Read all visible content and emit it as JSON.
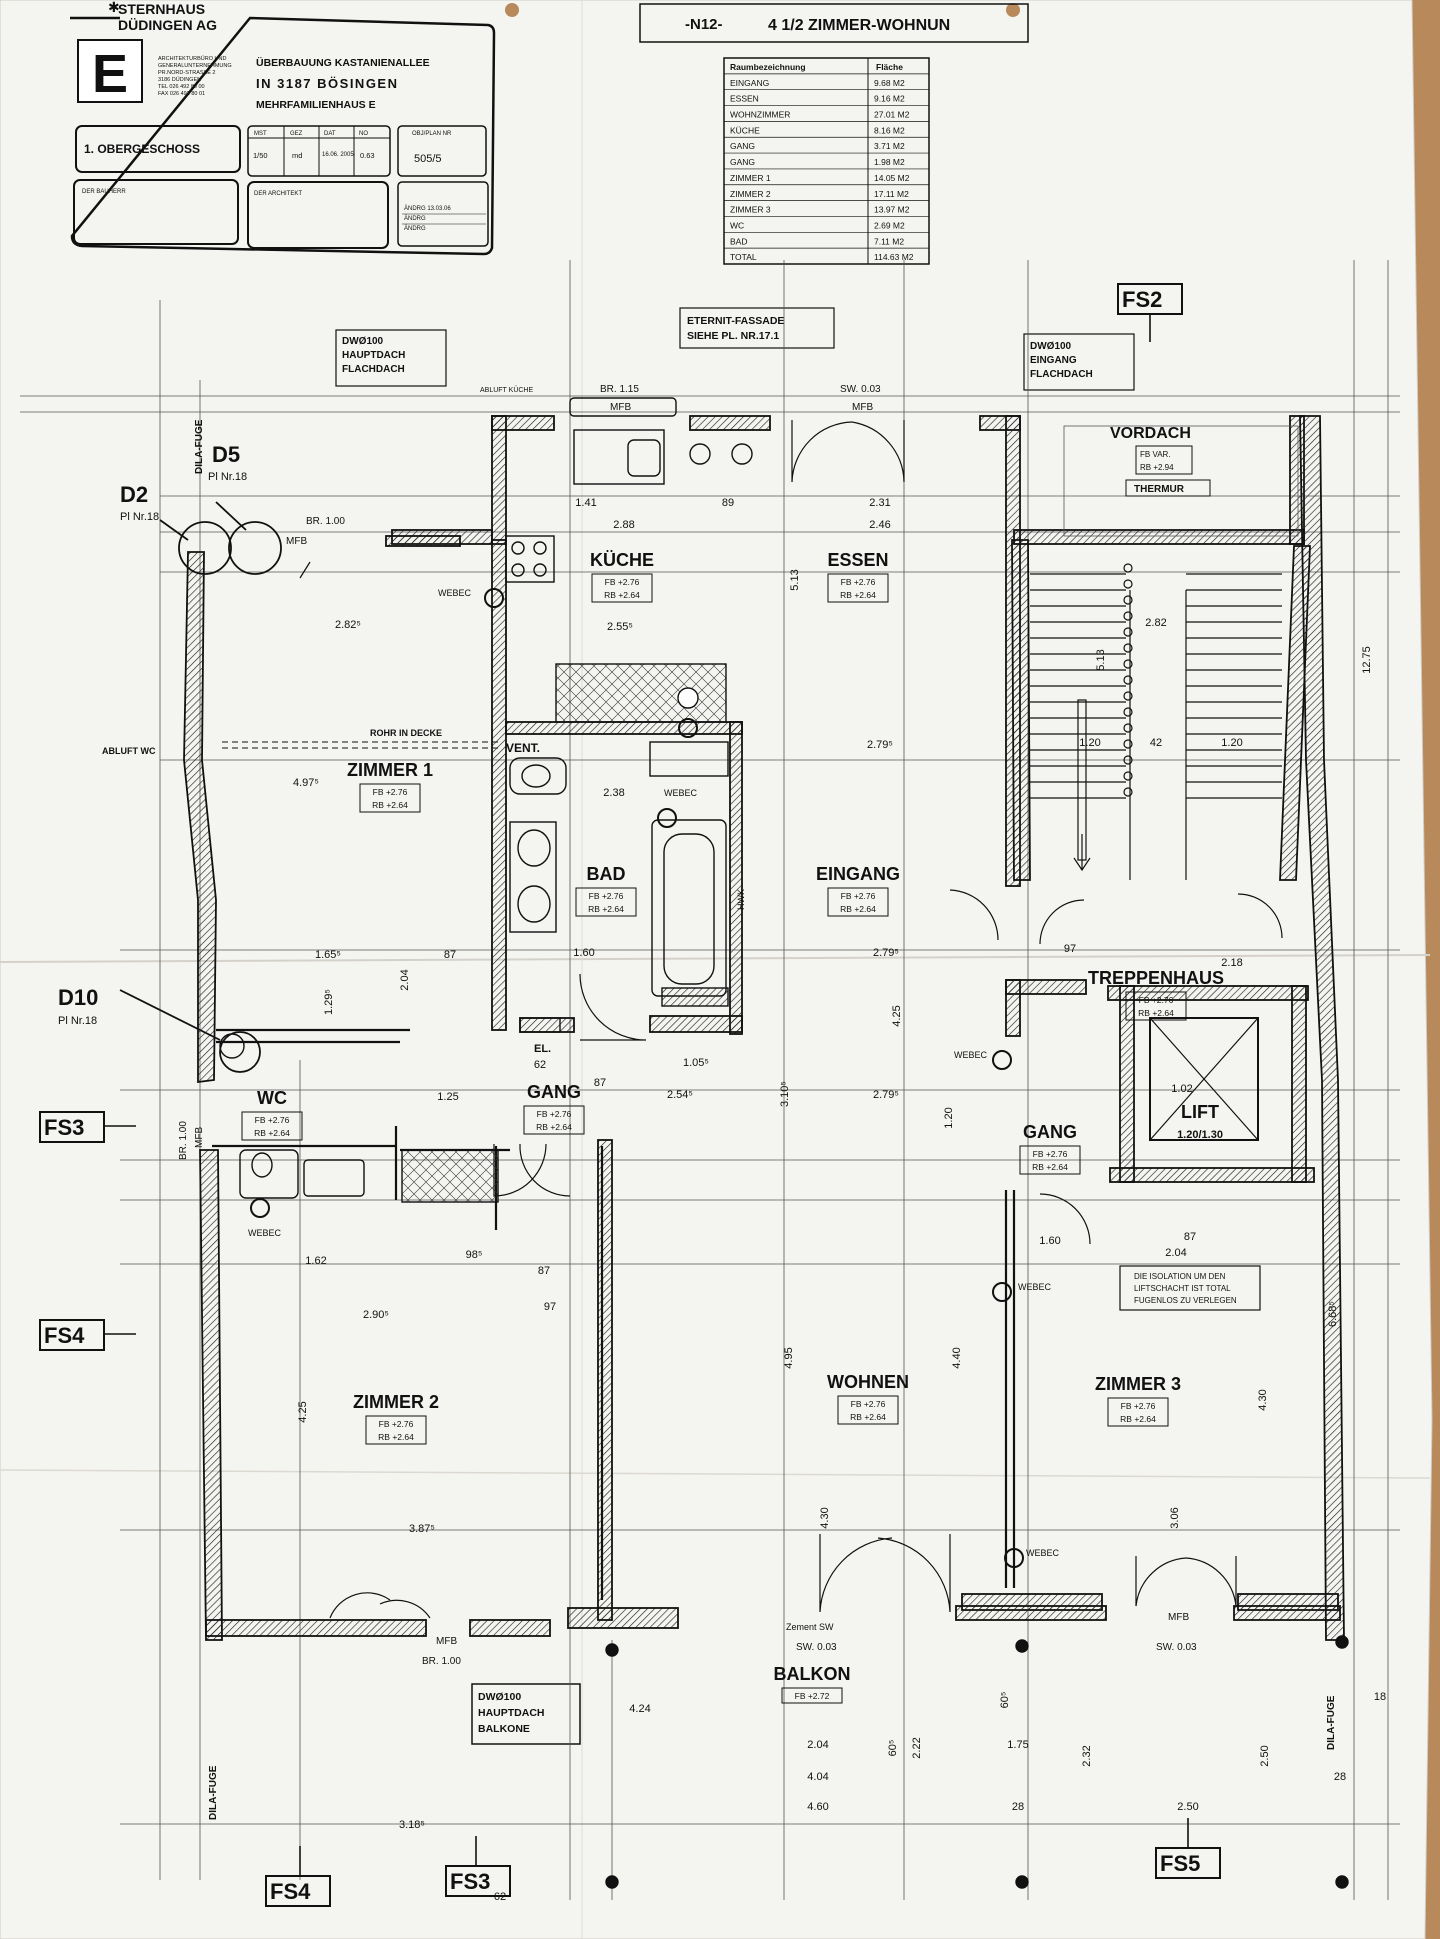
{
  "company": {
    "name_line1": "STERNHAUS",
    "name_line2": "DÜDINGEN AG",
    "logo_letter": "E",
    "address_lines": [
      "ARCHITEKTURBÜRO UND",
      "GENERALUNTERNEHMUNG",
      "PR.NORD-STRASSE 2",
      "3186 DÜDINGEN",
      "TEL 026 492 80 00",
      "FAX 026 492 80 01"
    ]
  },
  "project": {
    "line1": "ÜBERBAUUNG KASTANIENALLEE",
    "line2": "IN 3187 BÖSINGEN",
    "line3": "MEHRFAMILIENHAUS E"
  },
  "title_block": {
    "floor": "1. OBERGESCHOSS",
    "headers": [
      "MST",
      "GEZ",
      "DAT",
      "NO"
    ],
    "values": [
      "1/50",
      "md",
      "16.06. 2005",
      "0.63"
    ],
    "plan_no_label": "OBJ/PLAN NR",
    "plan_no": "505/5",
    "owner_label": "DER BAUHERR",
    "architect_label": "DER ARCHITEKT",
    "revisions": [
      "ÄNDRG 13.03.06",
      "ÄNDRG",
      "ÄNDRG"
    ]
  },
  "apartment_title": {
    "code": "-N12-",
    "title": "4 1/2 ZIMMER-WOHNUN"
  },
  "area_table": {
    "headers": [
      "Raumbezeichnung",
      "Fläche"
    ],
    "rows": [
      [
        "EINGANG",
        "9.68 M2"
      ],
      [
        "ESSEN",
        "9.16 M2"
      ],
      [
        "WOHNZIMMER",
        "27.01 M2"
      ],
      [
        "KÜCHE",
        "8.16 M2"
      ],
      [
        "GANG",
        "3.71 M2"
      ],
      [
        "GANG",
        "1.98 M2"
      ],
      [
        "ZIMMER 1",
        "14.05 M2"
      ],
      [
        "ZIMMER 2",
        "17.11 M2"
      ],
      [
        "ZIMMER 3",
        "13.97 M2"
      ],
      [
        "WC",
        "2.69 M2"
      ],
      [
        "BAD",
        "7.11 M2"
      ],
      [
        "TOTAL",
        "114.63 M2"
      ]
    ]
  },
  "notes": {
    "facade": [
      "ETERNIT-FASSADE",
      "SIEHE PL. NR.17.1"
    ],
    "downpipe_1": [
      "DWØ100",
      "HAUPTDACH",
      "FLACHDACH"
    ],
    "downpipe_2": [
      "DWØ100",
      "EINGANG",
      "FLACHDACH"
    ],
    "downpipe_3": [
      "DWØ100",
      "HAUPTDACH",
      "BALKONE"
    ],
    "lift_iso": [
      "DIE ISOLATION UM DEN",
      "LIFTSCHACHT IST TOTAL",
      "FUGENLOS ZU VERLEGEN"
    ],
    "rohr": "ROHR IN DECKE",
    "abluft_wc": "ABLUFT WC",
    "abluft_kueche": "ABLUFT KÜCHE",
    "vordach": "VORDACH",
    "thermur": "THERMUR",
    "vordach_fb": "FB VAR.",
    "vordach_rb": "RB +2.94",
    "zement_sw": "Zement SW",
    "sw_003": "SW. 0.03",
    "dila": "DILA-FUGE"
  },
  "section_marks": [
    "FS2",
    "FS3",
    "FS4",
    "FS4",
    "FS3",
    "FS5"
  ],
  "details": [
    {
      "label": "D5",
      "ref": "Pl Nr.18"
    },
    {
      "label": "D2",
      "ref": "Pl Nr.18"
    },
    {
      "label": "D10",
      "ref": "Pl Nr.18"
    }
  ],
  "rooms": {
    "kueche": {
      "name": "KÜCHE",
      "fb": "FB +2.76",
      "rb": "RB +2.64"
    },
    "essen": {
      "name": "ESSEN",
      "fb": "FB +2.76",
      "rb": "RB +2.64"
    },
    "zimmer1": {
      "name": "ZIMMER 1",
      "fb": "FB +2.76",
      "rb": "RB +2.64"
    },
    "bad": {
      "name": "BAD",
      "fb": "FB +2.76",
      "rb": "RB +2.64"
    },
    "eingang": {
      "name": "EINGANG",
      "fb": "FB +2.76",
      "rb": "RB +2.64"
    },
    "wc": {
      "name": "WC",
      "fb": "FB +2.76",
      "rb": "RB +2.64"
    },
    "gang1": {
      "name": "GANG",
      "fb": "FB +2.76",
      "rb": "RB +2.64"
    },
    "gang2": {
      "name": "GANG",
      "fb": "FB +2.76",
      "rb": "RB +2.64"
    },
    "zimmer2": {
      "name": "ZIMMER 2",
      "fb": "FB +2.76",
      "rb": "RB +2.64"
    },
    "wohnen": {
      "name": "WOHNEN",
      "fb": "FB +2.76",
      "rb": "RB +2.64"
    },
    "zimmer3": {
      "name": "ZIMMER 3",
      "fb": "FB +2.76",
      "rb": "RB +2.64"
    },
    "treppenhaus": {
      "name": "TREPPENHAUS",
      "fb": "FB +2.76",
      "rb": "RB +2.64"
    },
    "lift": {
      "name": "LIFT",
      "size": "1.20/1.30"
    },
    "balkon": {
      "name": "BALKON",
      "fb": "FB +2.72"
    },
    "vent": "VENT.",
    "el": "EL.",
    "webec": "WEBEC",
    "hwk": "HWK",
    "mfb": "MFB",
    "br115": "BR. 1.15",
    "br100": "BR. 1.00"
  },
  "dimensions": [
    "2.82⁵",
    "2.88",
    "2.46",
    "1.41",
    "89",
    "2.31",
    "2.55⁵",
    "2.79⁵",
    "4.97⁵",
    "2.38",
    "2.79⁵",
    "1.65⁵",
    "87",
    "1.60",
    "2.79⁵",
    "1.29⁵",
    "62",
    "87",
    "1.05⁵",
    "2.04",
    "2.54⁵",
    "1.25",
    "1.62",
    "98⁵",
    "87",
    "2.04",
    "2.90⁵",
    "97",
    "4.25",
    "3.87⁵",
    "4.95",
    "4.40",
    "4.30",
    "4.30",
    "3.06",
    "6.68⁵",
    "2.82",
    "1.20",
    "42",
    "1.20",
    "2.18",
    "97",
    "1.02",
    "1.60",
    "87",
    "2.04",
    "4.04",
    "4.60",
    "4.24",
    "60⁵",
    "60⁵",
    "2.22",
    "2.32",
    "2.50",
    "2.50",
    "3.18⁵",
    "4.25",
    "12.75",
    "5.13",
    "5.13",
    "3.10⁵",
    "1.20",
    "1.75",
    "28",
    "28",
    "18",
    "62"
  ]
}
